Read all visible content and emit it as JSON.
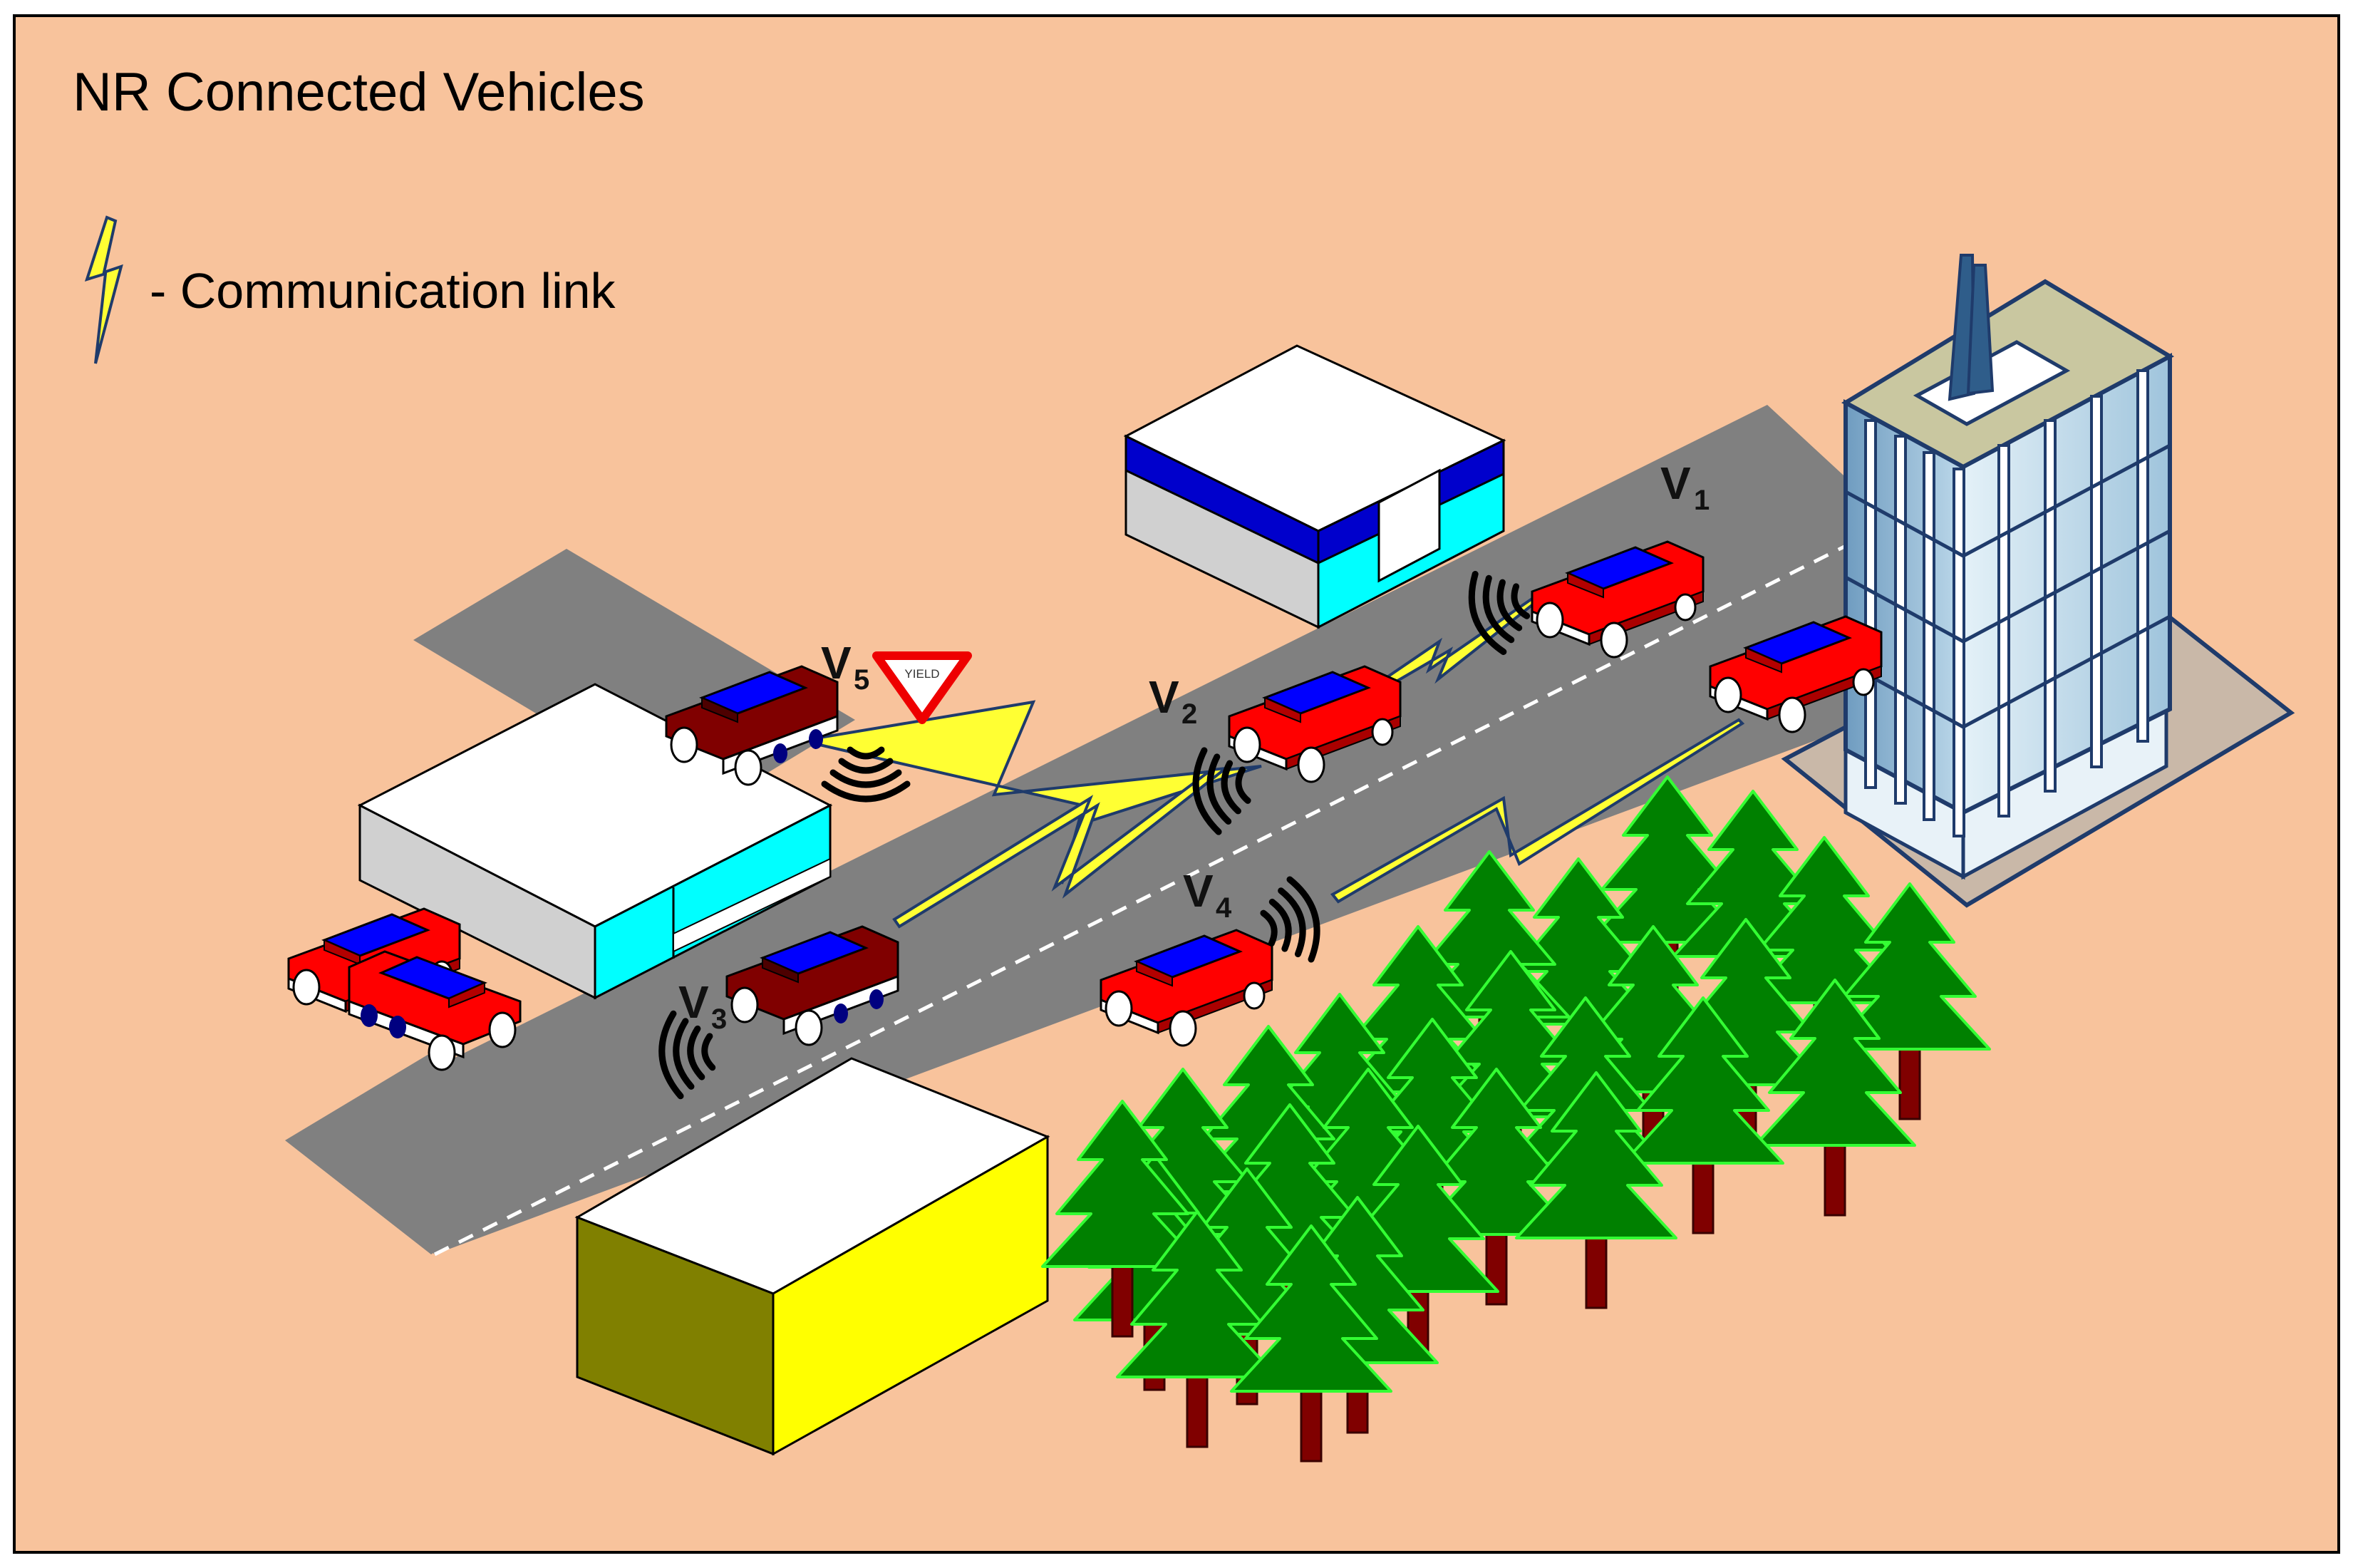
{
  "title": "NR Connected Vehicles",
  "legend": {
    "icon": "lightning-bolt-icon",
    "label": "- Communication link"
  },
  "vehicles": [
    {
      "main": "V",
      "sub": "1"
    },
    {
      "main": "V",
      "sub": "2"
    },
    {
      "main": "V",
      "sub": "3"
    },
    {
      "main": "V",
      "sub": "4"
    },
    {
      "main": "V",
      "sub": "5"
    }
  ],
  "yield_sign": {
    "text": "YIELD"
  },
  "colors": {
    "background": "#F8C39C",
    "road": "#808080",
    "lane_marking": "#FFFFFF",
    "car_body": "#FF0000",
    "car_body_dark": "#800000",
    "car_window": "#0000FF",
    "link_bolt": "#FFFF33",
    "tree": "#008000",
    "tree_outline": "#33FF33",
    "trunk": "#800000",
    "tower_glass": "#AACCE0"
  }
}
